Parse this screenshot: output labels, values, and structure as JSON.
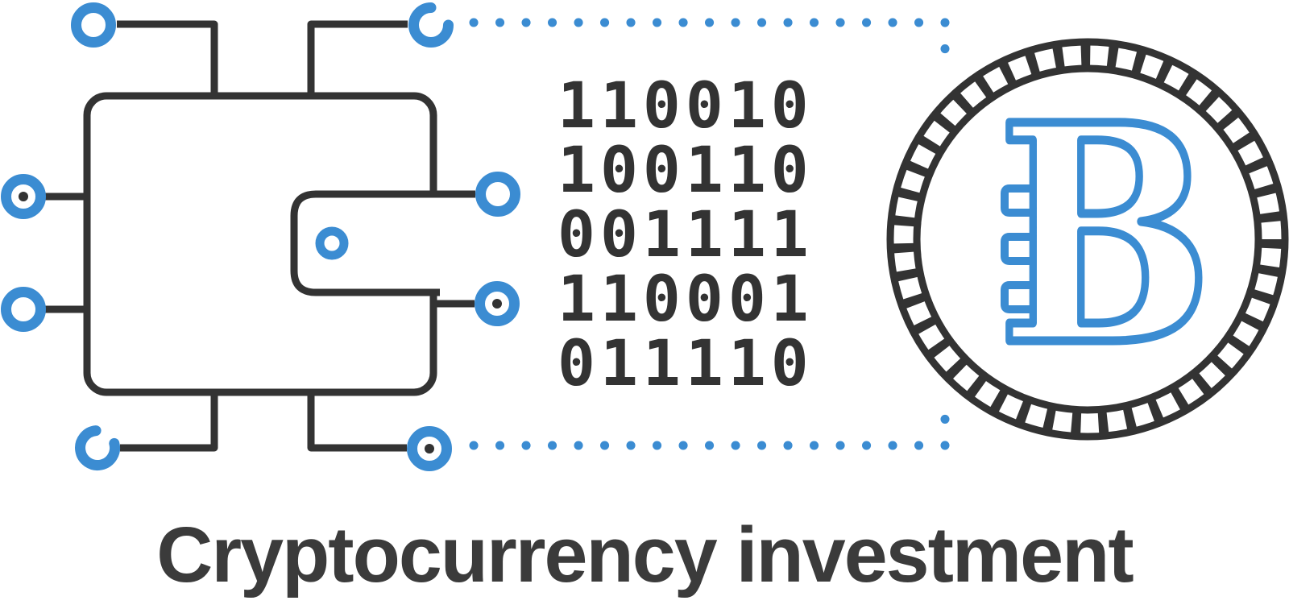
{
  "title": {
    "text": "Cryptocurrency investment",
    "color": "#3b3b3b"
  },
  "illustration": {
    "wallet": {
      "icon": "crypto-wallet-icon"
    },
    "binary": {
      "rows": [
        "110010",
        "100110",
        "001111",
        "110001",
        "011110"
      ]
    },
    "coin": {
      "icon": "bitcoin-coin-icon",
      "symbol": "B"
    },
    "connector": {
      "icon": "dotted-data-flow"
    },
    "colors": {
      "accent_blue": "#3b8cd2",
      "outline_dark": "#333333",
      "background": "#ffffff"
    }
  }
}
